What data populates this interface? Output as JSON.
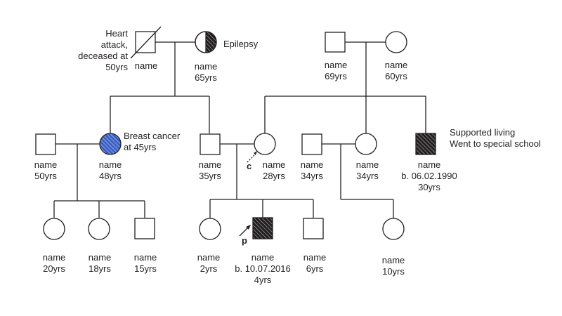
{
  "colors": {
    "line": "#231f20",
    "affected_blue": "#3a5fc4",
    "affected_black": "#231f20"
  },
  "individuals": {
    "gen1_grandfather_left": {
      "sex": "male",
      "deceased": true,
      "affected": "none",
      "name": "name",
      "note": [
        "Heart",
        "attack,",
        "deceased at",
        "50yrs"
      ]
    },
    "gen1_grandmother_left": {
      "sex": "female",
      "affected": "half",
      "name": "name",
      "age": "65yrs",
      "condition": "Epilepsy"
    },
    "gen1_grandfather_right": {
      "sex": "male",
      "affected": "none",
      "name": "name",
      "age": "69yrs"
    },
    "gen1_grandmother_right": {
      "sex": "female",
      "affected": "none",
      "name": "name",
      "age": "60yrs"
    },
    "gen2_uncle_in_law": {
      "sex": "male",
      "affected": "none",
      "name": "name",
      "age": "50yrs"
    },
    "gen2_aunt": {
      "sex": "female",
      "affected": "blue",
      "name": "name",
      "age": "48yrs",
      "condition": [
        "Breast cancer",
        "at 45yrs"
      ]
    },
    "gen2_father": {
      "sex": "male",
      "affected": "none",
      "name": "name",
      "age": "35yrs"
    },
    "gen2_mother": {
      "sex": "female",
      "affected": "none",
      "name": "name",
      "age": "28yrs",
      "marker": "c"
    },
    "gen2_uncle_in_law_2": {
      "sex": "male",
      "affected": "none",
      "name": "name",
      "age": "34yrs"
    },
    "gen2_aunt_2": {
      "sex": "female",
      "affected": "none",
      "name": "name",
      "age": "34yrs"
    },
    "gen2_uncle": {
      "sex": "male",
      "affected": "black",
      "name": "name",
      "dob": "b. 06.02.1990",
      "age": "30yrs",
      "condition": [
        "Supported living",
        "Went to special school"
      ]
    },
    "gen3_cousin_1": {
      "sex": "female",
      "affected": "none",
      "name": "name",
      "age": "20yrs"
    },
    "gen3_cousin_2": {
      "sex": "female",
      "affected": "none",
      "name": "name",
      "age": "18yrs"
    },
    "gen3_cousin_3": {
      "sex": "male",
      "affected": "none",
      "name": "name",
      "age": "15yrs"
    },
    "gen3_sister": {
      "sex": "female",
      "affected": "none",
      "name": "name",
      "age": "2yrs"
    },
    "gen3_proband": {
      "sex": "male",
      "affected": "black",
      "name": "name",
      "dob": "b. 10.07.2016",
      "age": "4yrs",
      "marker": "p"
    },
    "gen3_brother": {
      "sex": "male",
      "affected": "none",
      "name": "name",
      "age": "6yrs"
    },
    "gen3_cousin_4": {
      "sex": "female",
      "affected": "none",
      "name": "name",
      "age": "10yrs"
    }
  }
}
